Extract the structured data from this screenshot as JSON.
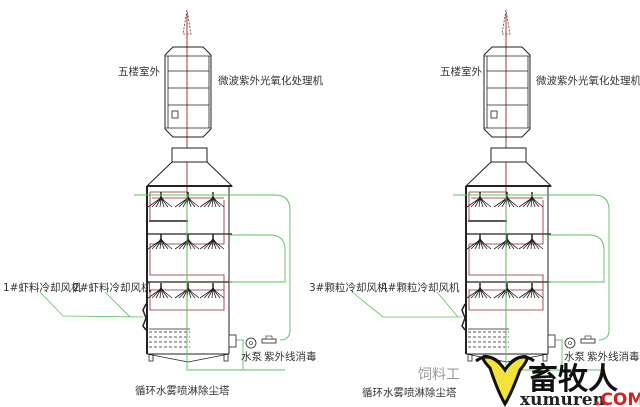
{
  "colors": {
    "pipe_green": "#5cc15c",
    "pipe_red": "#8b2a2a",
    "outline": "#222222",
    "watermark_heart": "#f2e23a",
    "watermark_com": "#d42020"
  },
  "left_system": {
    "outdoor_label": "五楼室外",
    "uv_unit_label": "微波紫外光氧化处理机",
    "fan_1_label": "1#虾料冷却风机",
    "fan_2_label": "2#虾料冷却风机",
    "pump_label": "水泵",
    "uv_disinfect_label": "紫外线消毒",
    "tower_label": "循环水雾喷淋除尘塔"
  },
  "right_system": {
    "outdoor_label": "五楼室外",
    "uv_unit_label": "微波紫外光氧化处理机",
    "fan_3_label": "3#颗粒冷却风机",
    "fan_4_label": "4#颗粒冷却风机",
    "pump_label": "水泵",
    "uv_disinfect_label": "紫外线消毒",
    "tower_label": "循环水雾喷淋除尘塔"
  },
  "watermark": {
    "brand": "畜牧人",
    "url": "xumuren",
    "tld": ".COM",
    "faint": "饲料工"
  }
}
